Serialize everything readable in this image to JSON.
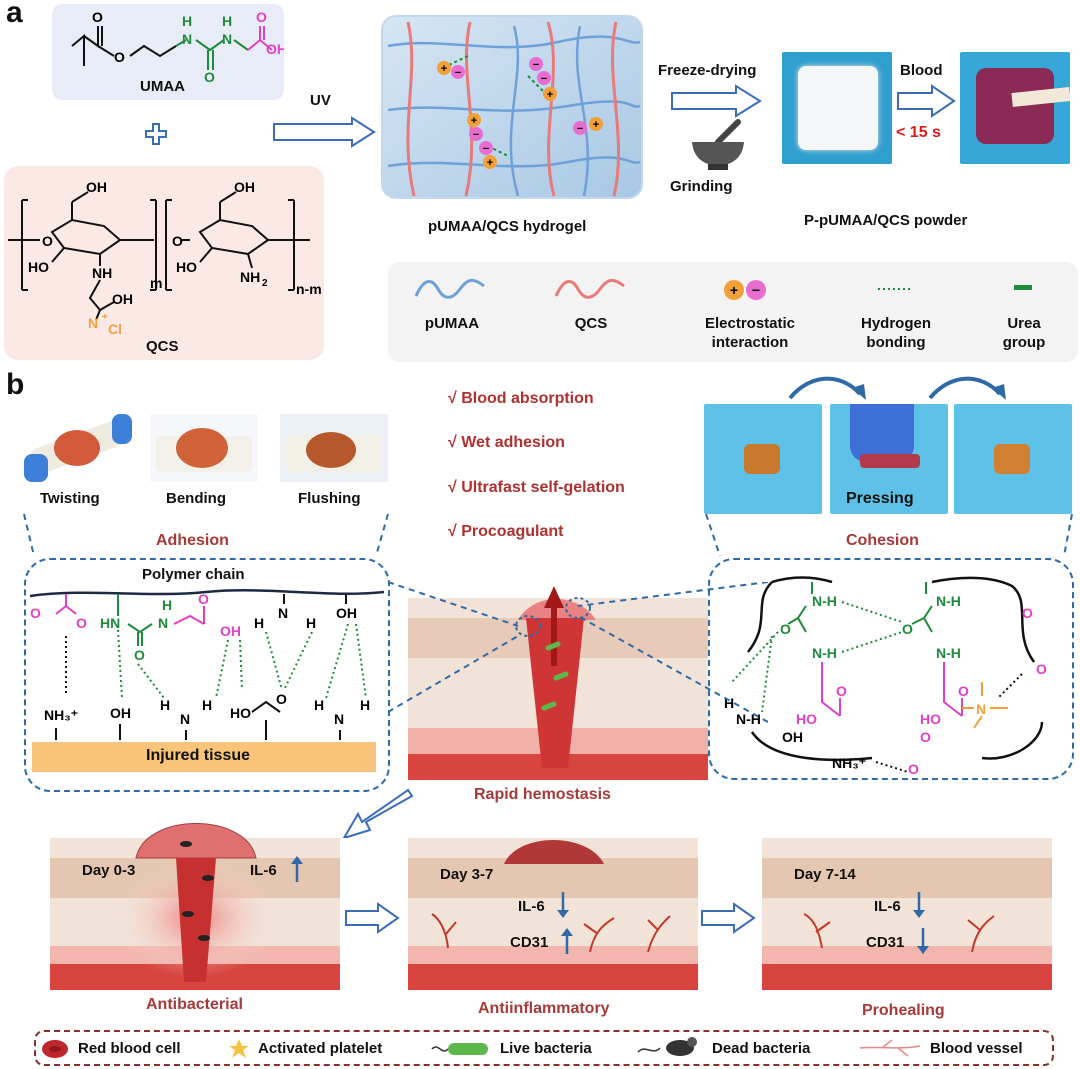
{
  "panel_a": {
    "letter": "a",
    "umaa_label": "UMAA",
    "qcs_label": "QCS",
    "uv_label": "UV",
    "hydrogel_label": "pUMAA/QCS hydrogel",
    "freeze_label": "Freeze-drying",
    "grinding_label": "Grinding",
    "blood_label": "Blood",
    "time_label": "< 15 s",
    "powder_label": "P-pUMAA/QCS powder",
    "chem": {
      "m": "m",
      "nm": "n-m",
      "oh": "OH",
      "nh": "NH",
      "nh2": "NH",
      "nh2_sub": "2",
      "ho": "HO",
      "o": "O",
      "n_plus": "N",
      "cl": "Cl",
      "h": "H"
    },
    "legend": {
      "pumaa": "pUMAA",
      "qcs": "QCS",
      "electrostatic": "Electrostatic interaction",
      "hbond": "Hydrogen bonding",
      "urea": "Urea group"
    }
  },
  "panel_b": {
    "letter": "b",
    "adhesion_photos": [
      "Twisting",
      "Bending",
      "Flushing"
    ],
    "adhesion_title": "Adhesion",
    "cohesion_title": "Cohesion",
    "pressing_label": "Pressing",
    "checks": [
      "√ Blood absorption",
      "√ Wet adhesion",
      "√ Ultrafast self-gelation",
      "√ Procoagulant"
    ],
    "polymer_chain": "Polymer chain",
    "injured_tissue": "Injured tissue",
    "rapid_hemostasis": "Rapid hemostasis",
    "stages": [
      {
        "day": "Day 0-3",
        "marker1": "IL-6",
        "marker2": "",
        "caption": "Antibacterial"
      },
      {
        "day": "Day 3-7",
        "marker1": "IL-6",
        "marker2": "CD31",
        "caption": "Antiinflammatory"
      },
      {
        "day": "Day 7-14",
        "marker1": "IL-6",
        "marker2": "CD31",
        "caption": "Prohealing"
      }
    ],
    "bottom_legend": [
      "Red blood cell",
      "Activated platelet",
      "Live bacteria",
      "Dead bacteria",
      "Blood vessel"
    ]
  },
  "colors": {
    "blue_chain": "#6fa1d8",
    "red_chain": "#e97a7a",
    "green_bond": "#1e8a3c",
    "magenta": "#e040c8",
    "orange": "#f2a03a",
    "dash_blue": "#2f6aa6",
    "dark_red": "#a63a3a"
  }
}
